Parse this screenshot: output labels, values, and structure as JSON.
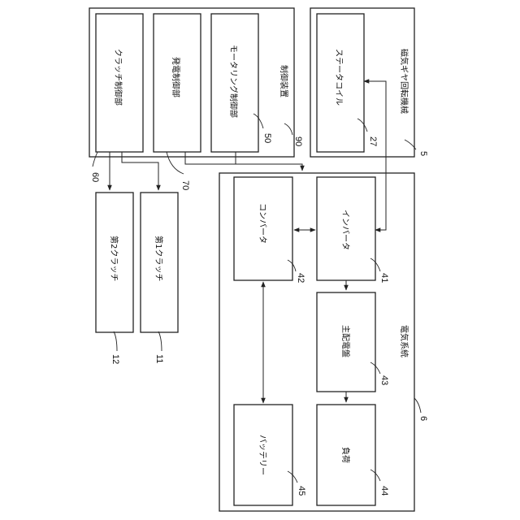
{
  "control_device": {
    "label": "制御装置",
    "ref": "90",
    "units": [
      {
        "label": "クラッチ制御部",
        "ref": "60"
      },
      {
        "label": "発電制御部",
        "ref": "70"
      },
      {
        "label": "モータリング制御部",
        "ref": "50"
      }
    ]
  },
  "magnetic_gear_machine": {
    "label": "磁気ギヤ回転機械",
    "ref": "5",
    "stator_coil": {
      "label": "ステータコイル",
      "ref": "27"
    }
  },
  "clutches": [
    {
      "label": "第2クラッチ",
      "ref": "12"
    },
    {
      "label": "第1クラッチ",
      "ref": "11"
    }
  ],
  "electrical_system": {
    "label": "電気系統",
    "ref": "6",
    "converter": {
      "label": "コンバータ",
      "ref": "42"
    },
    "inverter": {
      "label": "インバータ",
      "ref": "41"
    },
    "main_switchboard": {
      "label": "主配電盤",
      "ref": "43"
    },
    "battery": {
      "label": "バッテリー",
      "ref": "45"
    },
    "load": {
      "label": "負荷",
      "ref": "44"
    }
  }
}
